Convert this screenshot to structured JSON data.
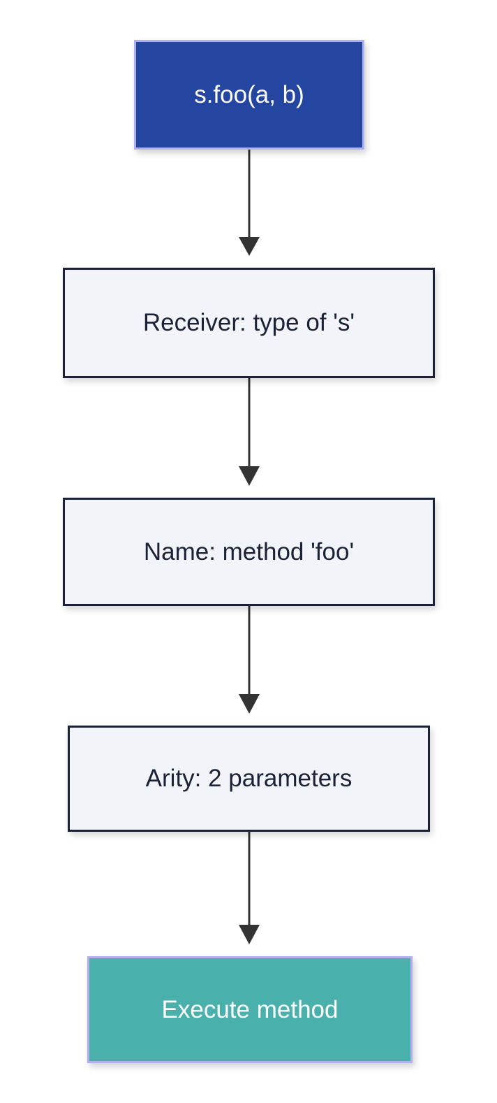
{
  "diagram": {
    "type": "flowchart",
    "orientation": "top-to-bottom",
    "background": "#ffffff",
    "nodes": [
      {
        "id": "start",
        "label": "s.foo(a, b)",
        "shape": "rectangle",
        "fill": "#2546a0",
        "border": "#aeb0f0",
        "text_color": "#ffffff"
      },
      {
        "id": "receiver",
        "label": "Receiver: type of 's'",
        "shape": "rectangle",
        "fill": "#f2f4f9",
        "border": "#1b2137",
        "text_color": "#1b2137"
      },
      {
        "id": "name",
        "label": "Name: method 'foo'",
        "shape": "rectangle",
        "fill": "#f2f4f9",
        "border": "#1b2137",
        "text_color": "#1b2137"
      },
      {
        "id": "arity",
        "label": "Arity: 2 parameters",
        "shape": "rectangle",
        "fill": "#f2f4f9",
        "border": "#1b2137",
        "text_color": "#1b2137"
      },
      {
        "id": "execute",
        "label": "Execute method",
        "shape": "rectangle",
        "fill": "#4ab0ac",
        "border": "#aeb0f0",
        "text_color": "#ffffff"
      }
    ],
    "edges": [
      {
        "from": "start",
        "to": "receiver",
        "label": "",
        "arrow": "filled-triangle",
        "color": "#333333"
      },
      {
        "from": "receiver",
        "to": "name",
        "label": "",
        "arrow": "filled-triangle",
        "color": "#333333"
      },
      {
        "from": "name",
        "to": "arity",
        "label": "",
        "arrow": "filled-triangle",
        "color": "#333333"
      },
      {
        "from": "arity",
        "to": "execute",
        "label": "",
        "arrow": "filled-triangle",
        "color": "#333333"
      }
    ]
  }
}
